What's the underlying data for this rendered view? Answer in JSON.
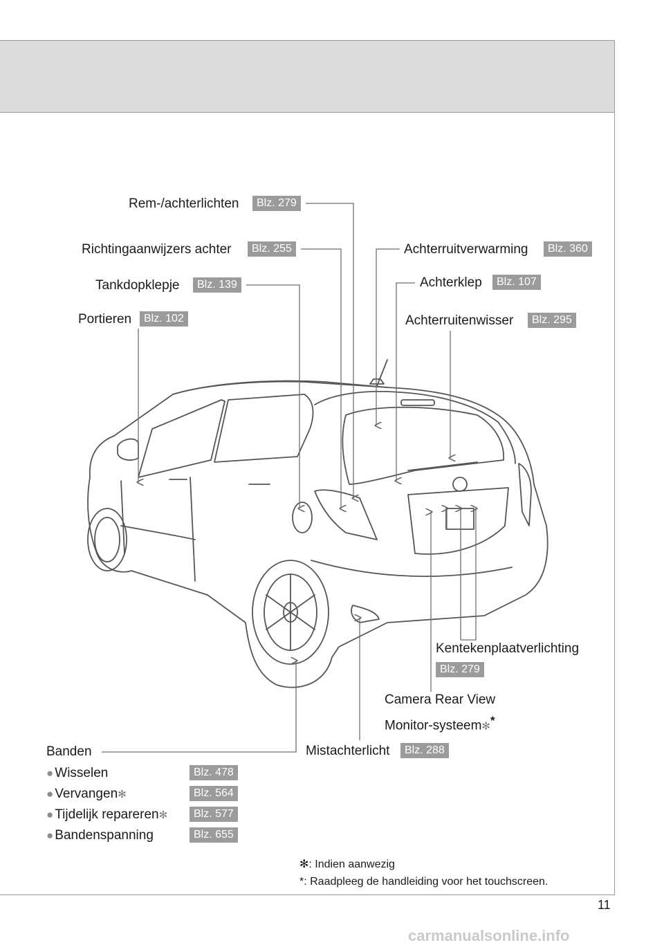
{
  "callouts": {
    "rem_achterlichten": {
      "label": "Rem-/achterlichten",
      "page": "Blz. 279"
    },
    "richtingaanwijzers": {
      "label": "Richtingaanwijzers achter",
      "page": "Blz. 255"
    },
    "tankdopklepje": {
      "label": "Tankdopklepje",
      "page": "Blz. 139"
    },
    "portieren": {
      "label": "Portieren",
      "page": "Blz. 102"
    },
    "achterruitverwarming": {
      "label": "Achterruitverwarming",
      "page": "Blz. 360"
    },
    "achterklep": {
      "label": "Achterklep",
      "page": "Blz. 107"
    },
    "achterruitenwisser": {
      "label": "Achterruitenwisser",
      "page": "Blz. 295"
    },
    "kentekenplaatverlichting": {
      "label": "Kentekenplaatverlichting",
      "page": "Blz. 279"
    },
    "camera_line1": "Camera Rear View",
    "camera_line2": "Monitor-systeem",
    "mistachterlicht": {
      "label": "Mistachterlicht",
      "page": "Blz. 288"
    }
  },
  "banden": {
    "title": "Banden",
    "items": [
      {
        "label": "Wisselen",
        "mark": "",
        "page": "Blz. 478"
      },
      {
        "label": "Vervangen",
        "mark": "✻",
        "page": "Blz. 564"
      },
      {
        "label": "Tijdelijk repareren",
        "mark": "✻",
        "page": "Blz. 577"
      },
      {
        "label": "Bandenspanning",
        "mark": "",
        "page": "Blz. 655"
      }
    ]
  },
  "footnotes": {
    "note1": "✻: Indien aanwezig",
    "note2": "*: Raadpleeg de handleiding voor het touchscreen."
  },
  "page_number": "11",
  "watermark": "carmanualsonline.info",
  "colors": {
    "header_band": "#dcdcdc",
    "badge": "#9b9b9b"
  }
}
